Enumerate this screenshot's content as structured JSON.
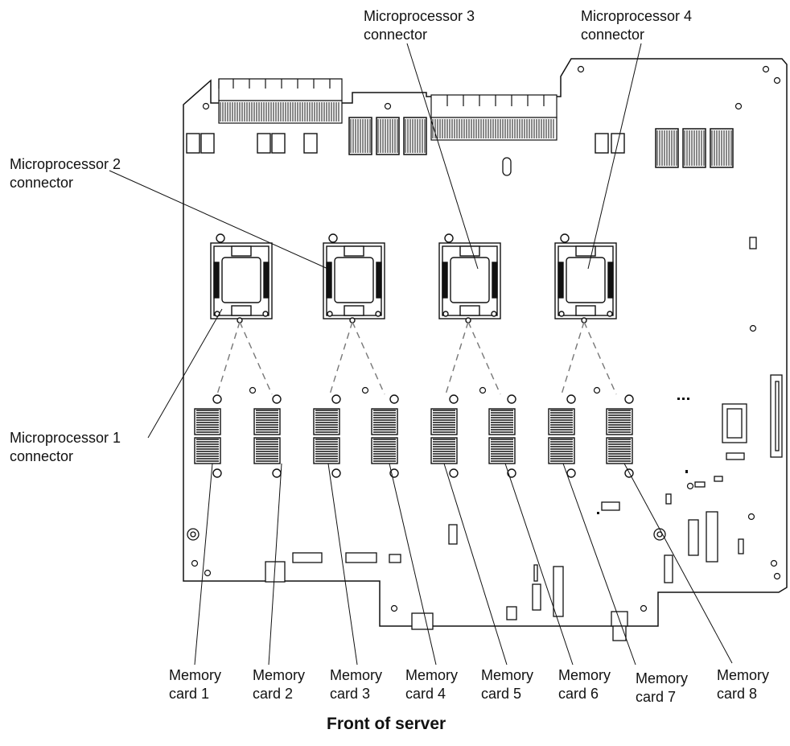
{
  "microprocessors": [
    {
      "line1": "Microprocessor 1",
      "line2": "connector"
    },
    {
      "line1": "Microprocessor 2",
      "line2": "connector"
    },
    {
      "line1": "Microprocessor 3",
      "line2": "connector"
    },
    {
      "line1": "Microprocessor 4",
      "line2": "connector"
    }
  ],
  "memory_cards": [
    {
      "line1": "Memory",
      "line2": "card 1"
    },
    {
      "line1": "Memory",
      "line2": "card 2"
    },
    {
      "line1": "Memory",
      "line2": "card 3"
    },
    {
      "line1": "Memory",
      "line2": "card 4"
    },
    {
      "line1": "Memory",
      "line2": "card 5"
    },
    {
      "line1": "Memory",
      "line2": "card 6"
    },
    {
      "line1": "Memory",
      "line2": "card 7"
    },
    {
      "line1": "Memory",
      "line2": "card 8"
    }
  ],
  "footer": {
    "label": "Front of server"
  }
}
